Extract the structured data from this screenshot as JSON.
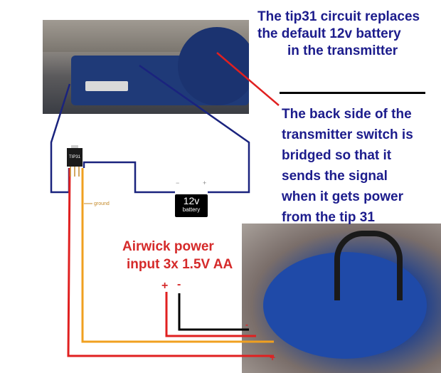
{
  "annotations": {
    "top_right": [
      "The tip31 circuit replaces",
      "the default 12v battery",
      "in the transmitter"
    ],
    "middle_right": [
      "The back side of the",
      "transmitter switch is",
      "bridged so that it",
      "sends the signal",
      "when it gets power",
      "from the tip 31"
    ],
    "power_label": [
      "Airwick power",
      "input 3x 1.5V AA"
    ],
    "power_polarity_plus": "+",
    "power_polarity_minus": "-"
  },
  "components": {
    "transistor_label": "TIP31",
    "ground_label": "ground",
    "battery_voltage": "12v",
    "battery_label": "battery",
    "battery_minus": "−",
    "battery_plus": "+",
    "connector_minus": "-",
    "connector_plus": "+"
  },
  "colors": {
    "wire_blue": "#1a237e",
    "wire_red": "#e02020",
    "wire_orange": "#f0a020",
    "wire_black": "#000000",
    "text_blue": "#1c1c8c",
    "text_red": "#d52a2a"
  }
}
